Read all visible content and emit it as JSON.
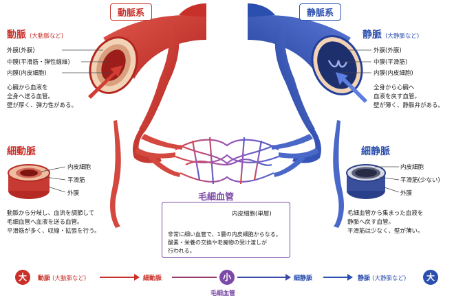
{
  "titles": {
    "artery_system": "動脈系",
    "vein_system": "静脈系"
  },
  "artery": {
    "name": "動脈",
    "sub": "(大動脈など)",
    "layers": [
      "外膜(外膜)",
      "中膜(平滑筋・弾性線維)",
      "内膜(内皮細胞)"
    ],
    "desc": [
      "心臓から血液を",
      "全身へ送る血管。",
      "壁が厚く、弾力性がある。"
    ]
  },
  "vein": {
    "name": "静脈",
    "sub": "(大静脈など)",
    "layers": [
      "外膜(外膜)",
      "中膜(平滑筋)",
      "内膜(内皮細胞)"
    ],
    "desc": [
      "全身から心臓へ",
      "血液を戻す血管。",
      "壁が薄く、静脈弁がある。"
    ]
  },
  "arteriole": {
    "name": "細動脈",
    "layers": [
      "内皮細胞",
      "平滑筋",
      "外膜"
    ],
    "desc": [
      "動脈から分岐し、血流を調節して",
      "毛細血管へ血液を送る血管。",
      "平滑筋が多く、収縮・拡張を行う。"
    ]
  },
  "venule": {
    "name": "細静脈",
    "layers": [
      "内皮細胞",
      "平滑筋(少ない)",
      "外膜"
    ],
    "desc": [
      "毛細血管から集まった血液を",
      "静脈へ戻す血管。",
      "平滑筋は少なく、壁が薄い。"
    ]
  },
  "capillary": {
    "name": "毛細血管",
    "layer": "内皮細胞(単層)",
    "desc": [
      "非常に細い血管で、1層の内皮細胞からなる。",
      "酸素・栄養の交換や老廃物の受け渡しが",
      "行われる。"
    ]
  },
  "scale": {
    "large_left": "大",
    "small": "小",
    "large_right": "大",
    "artery": "動脈",
    "artery_sub": "(大動脈など)",
    "arteriole": "細動脈",
    "capillary": "毛細血管",
    "venule": "細静脈",
    "vein": "静脈",
    "vein_sub": "(大静脈など)"
  },
  "colors": {
    "artery": "#c8312a",
    "vein": "#2b4fae",
    "capillary": "#7b4aa6"
  }
}
